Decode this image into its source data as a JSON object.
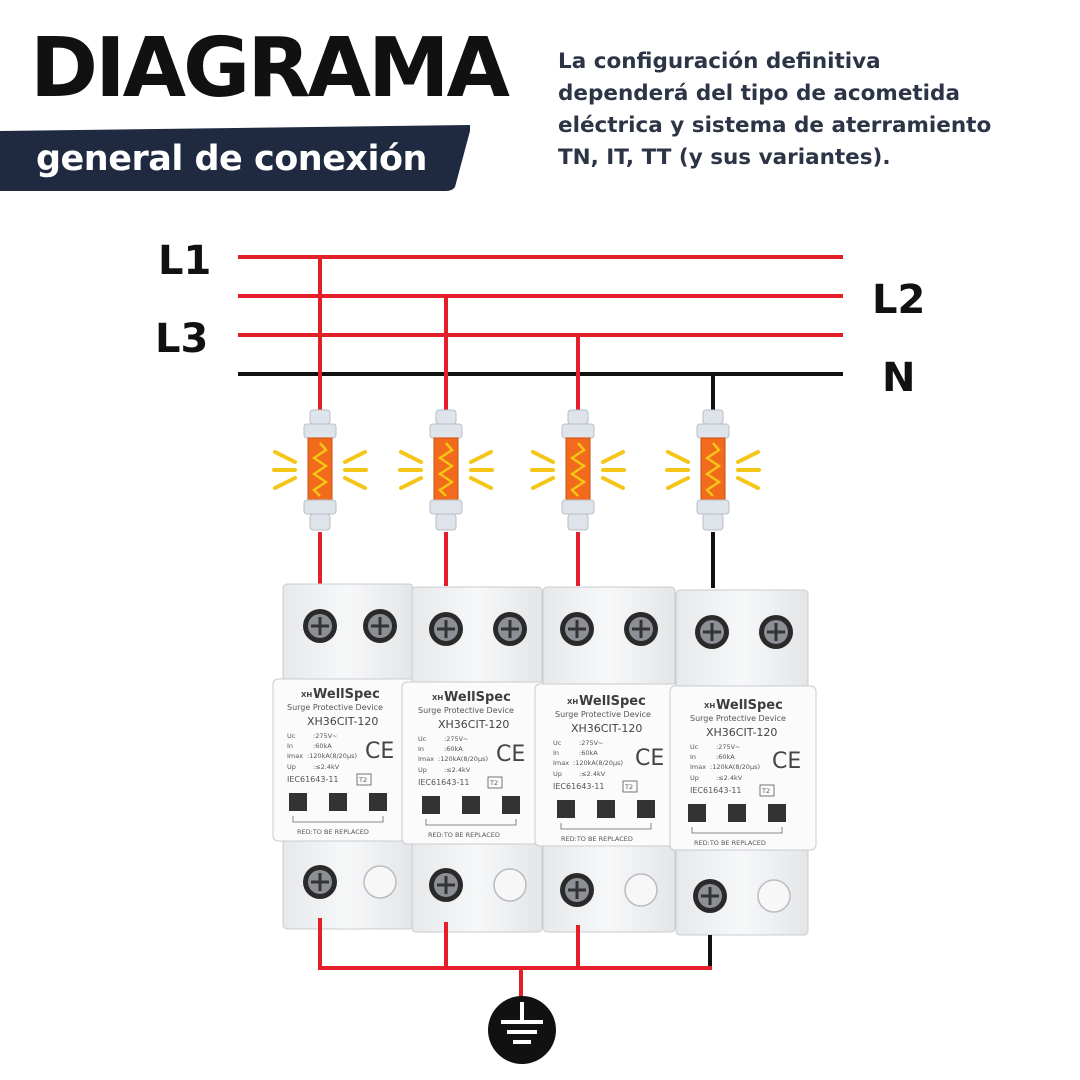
{
  "header": {
    "title": "DIAGRAMA",
    "subtitle": "general de conexión",
    "note_lines": [
      "La configuración definitiva",
      "dependerá del tipo de acometida",
      "eléctrica y sistema de aterramiento",
      "TN, IT, TT (y sus variantes)."
    ]
  },
  "lines": {
    "l1": "L1",
    "l2": "L2",
    "l3": "L3",
    "n": "N"
  },
  "device": {
    "brand_prefix": "XH",
    "brand": "WellSpec",
    "type": "Surge Protective Device",
    "model": "XH36CIT-120",
    "specs": [
      {
        "label": "Uc",
        "value": ":275V~"
      },
      {
        "label": "In",
        "value": ":60kA"
      },
      {
        "label": "Imax",
        "value": ":120kA(8/20μs)"
      },
      {
        "label": "Up",
        "value": ":≤2.4kV"
      }
    ],
    "standard": "IEC61643-11",
    "class": "T2",
    "ce_mark": "CE",
    "indicator_note": "RED:TO BE REPLACED"
  },
  "colors": {
    "phase_wire": "#e3202a",
    "neutral_wire": "#111111",
    "banner": "#1f2a41",
    "fuse_body": "#f26a1b",
    "fuse_spark": "#f5c518",
    "module_body": "#f3f4f5"
  },
  "icons": {
    "ground": "ground-icon",
    "fuse": "fuse-icon",
    "screw": "screw-icon"
  }
}
